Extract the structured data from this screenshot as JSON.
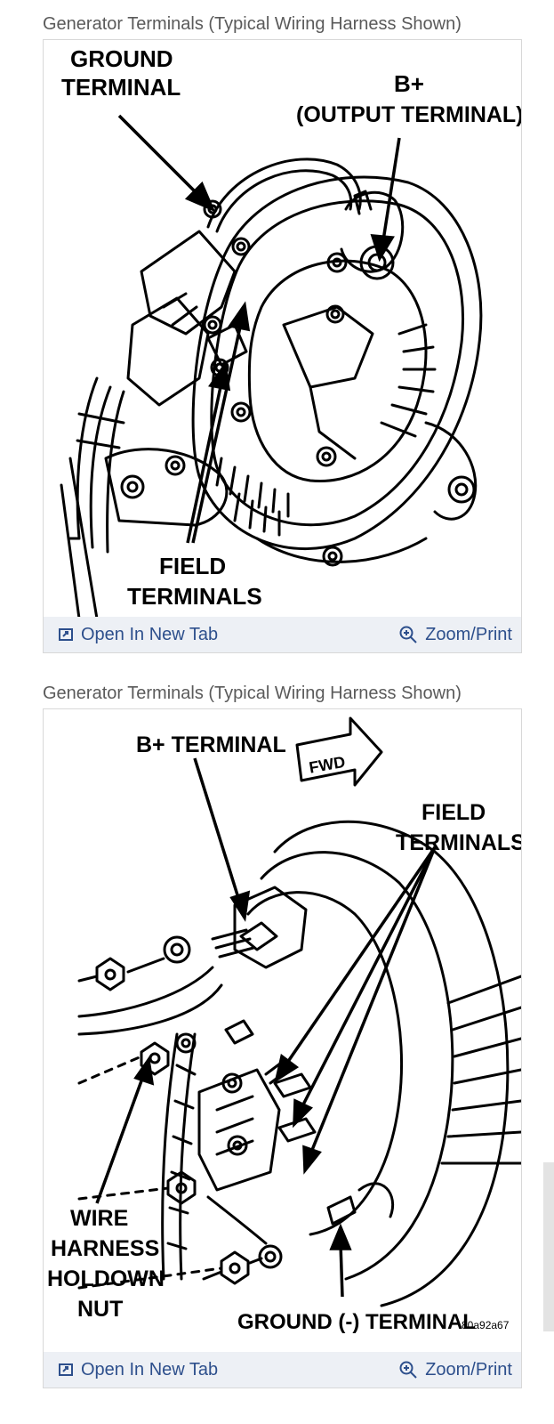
{
  "figures": [
    {
      "caption": "Generator Terminals (Typical Wiring Harness Shown)",
      "labels": {
        "ground_line1": "GROUND",
        "ground_line2": "TERMINAL",
        "bplus_line1": "B+",
        "bplus_line2": "(OUTPUT TERMINAL)",
        "field_line1": "FIELD",
        "field_line2": "TERMINALS"
      },
      "open_tab_label": "Open In New Tab",
      "zoom_label": "Zoom/Print"
    },
    {
      "caption": "Generator Terminals (Typical Wiring Harness Shown)",
      "labels": {
        "bplus": "B+ TERMINAL",
        "fwd": "FWD",
        "field_line1": "FIELD",
        "field_line2": "TERMINALS",
        "wire_line1": "WIRE",
        "wire_line2": "HARNESS",
        "wire_line3": "HOLDOWN",
        "wire_line4": "NUT",
        "ground": "GROUND (-) TERMINAL",
        "code": "80a92a67"
      },
      "open_tab_label": "Open In New Tab",
      "zoom_label": "Zoom/Print"
    }
  ],
  "colors": {
    "link": "#2d4f8c",
    "bar": "#edf0f5",
    "caption": "#5a5a5a"
  },
  "icons": [
    "open-new-tab-icon",
    "zoom-icon"
  ]
}
